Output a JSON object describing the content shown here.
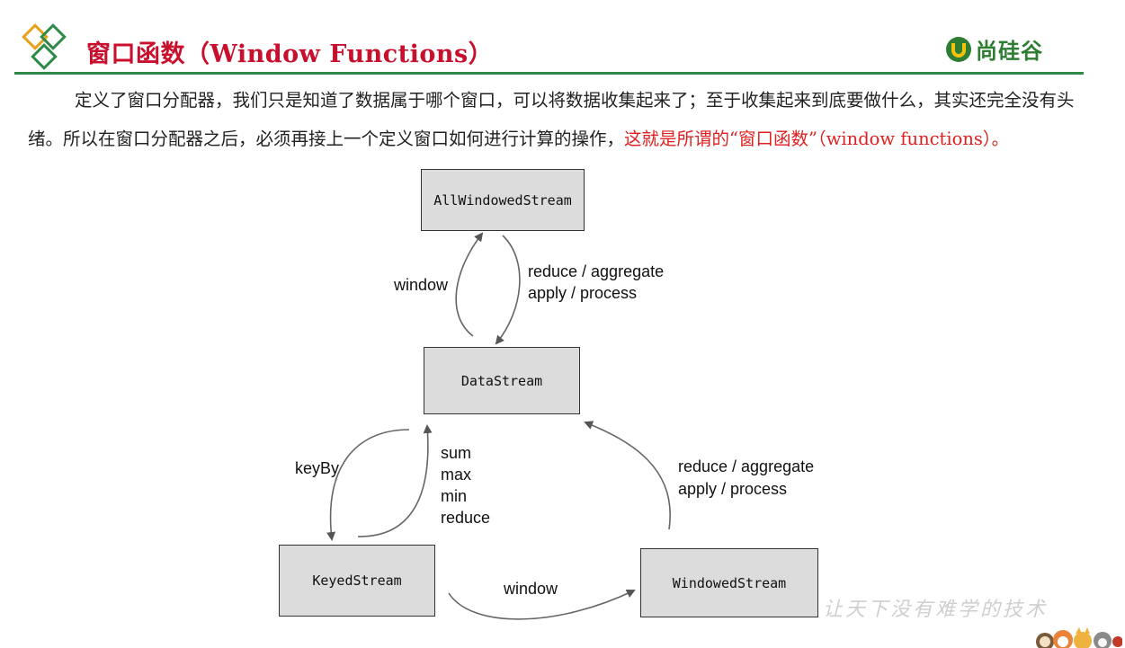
{
  "header": {
    "title": "窗口函数（Window Functions）",
    "brand": "尚硅谷",
    "brand_icon": "u-logo-icon",
    "logo_icon": "diamond-logo-icon",
    "accent_color": "#2f8a4a",
    "title_color": "#c8102e"
  },
  "intro": {
    "text": "定义了窗口分配器，我们只是知道了数据属于哪个窗口，可以将数据收集起来了；至于收集起来到底要做什么，其实还完全没有头绪。所以在窗口分配器之后，必须再接上一个定义窗口如何进行计算的操作，",
    "highlight": "这就是所谓的“窗口函数”（window functions）。",
    "highlight_color": "#e02020"
  },
  "diagram": {
    "nodes": {
      "all_windowed": "AllWindowedStream",
      "data_stream": "DataStream",
      "keyed": "KeyedStream",
      "windowed": "WindowedStream"
    },
    "edges": {
      "data_to_all": "window",
      "all_to_data_1": "reduce / aggregate",
      "all_to_data_2": "apply / process",
      "data_to_keyed": "keyBy",
      "keyed_to_data": [
        "sum",
        "max",
        "min",
        "reduce"
      ],
      "keyed_to_windowed": "window",
      "windowed_to_data_1": "reduce / aggregate",
      "windowed_to_data_2": "apply / process"
    }
  },
  "footer": {
    "watermark": "让天下没有难学的技术",
    "mascot_icon": "mascot-animals-icon"
  }
}
